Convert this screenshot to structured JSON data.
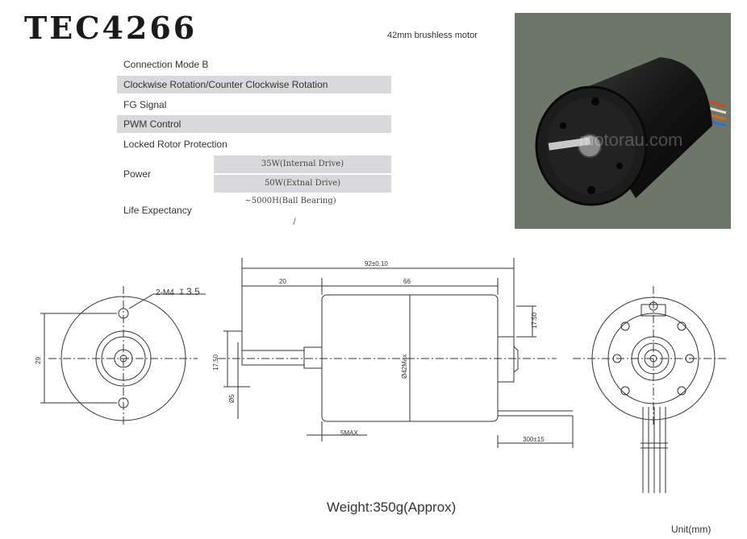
{
  "title": "TEC4266",
  "subtitle": "42mm brushless motor",
  "specs": {
    "connection_mode": "Connection Mode B",
    "rotation": "Clockwise Rotation/Counter Clockwise Rotation",
    "fg_signal": "FG Signal",
    "pwm": "PWM Control",
    "locked_rotor": "Locked Rotor Protection",
    "power_label": "Power",
    "power_internal": "35W(Internal Drive)",
    "power_external": "50W(Extnal Drive)",
    "life_label": "Life Expectancy",
    "life_value": "~5000H(Ball Bearing)",
    "slash": "/"
  },
  "photo_watermark": "motorau.com",
  "drawing": {
    "hole_callout": "2-M4",
    "hole_depth": "3.5",
    "dim_total": "92±0.10",
    "dim_flange": "20",
    "dim_body": "66",
    "dim_body_dia": "Ø42Max",
    "dim_shaft_dia": "Ø5",
    "dim_shaft_offset": "17.50",
    "dim_top_offset": "17.50",
    "dim_front_height": "29",
    "dim_lead": "300±15",
    "dim_5max": "5MAX"
  },
  "weight": "Weight:350g(Approx)",
  "unit": "Unit(mm)"
}
